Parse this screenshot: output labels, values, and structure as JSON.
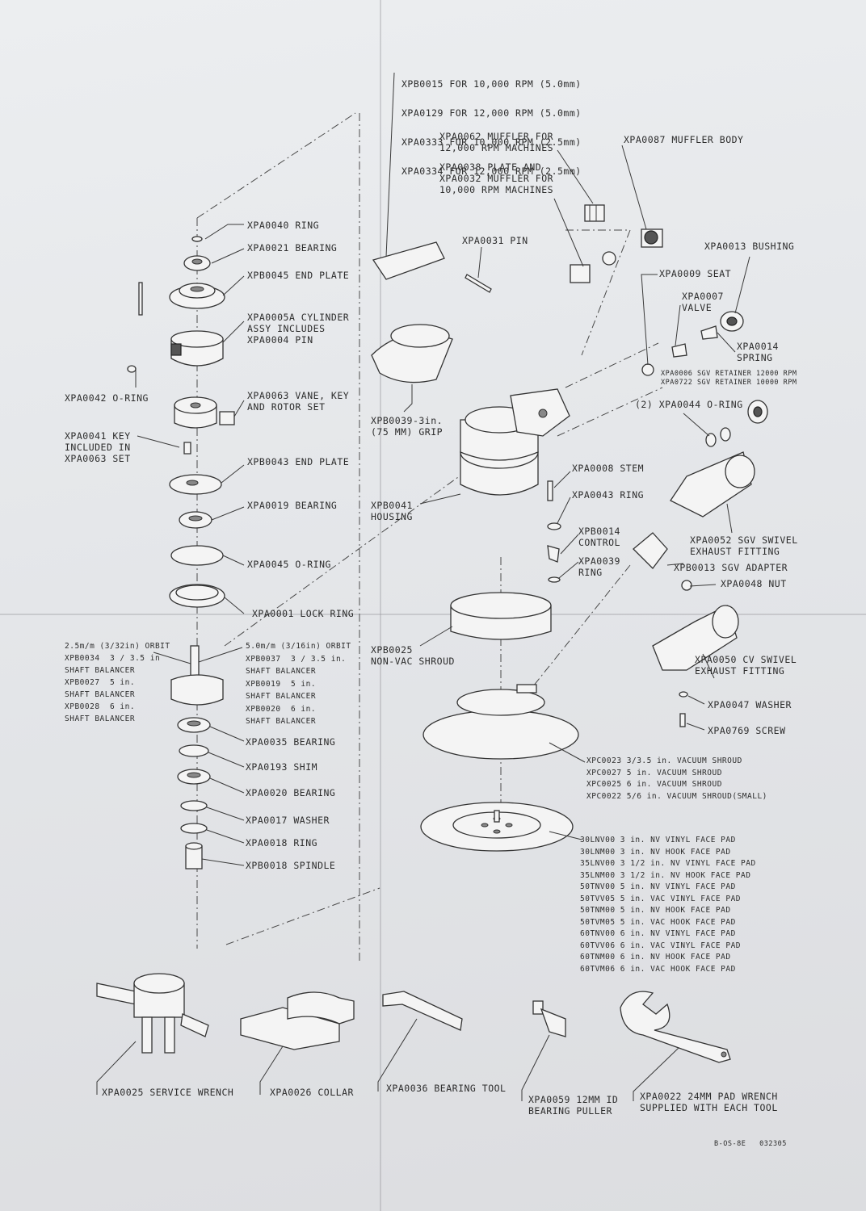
{
  "top_note": [
    "XPB0015 FOR 10,000 RPM (5.0mm)",
    "XPA0129 FOR 12,000 RPM (5.0mm)",
    "XPA0333 FOR 10,000 RPM (2.5mm)",
    "XPA0334 FOR 12,000 RPM (2.5mm)"
  ],
  "left_labels": {
    "xpa0040": "XPA0040 RING",
    "xpa0021": "XPA0021 BEARING",
    "xpb0045": "XPB0045 END PLATE",
    "xpa0005a": "XPA0005A CYLINDER\nASSY INCLUDES\nXPA0004 PIN",
    "xpa0042": "XPA0042 O-RING",
    "xpa0063": "XPA0063 VANE, KEY\nAND ROTOR SET",
    "xpa0041": "XPA0041 KEY\nINCLUDED IN\nXPA0063 SET",
    "xpb0043": "XPB0043 END PLATE",
    "xpa0019": "XPA0019 BEARING",
    "xpa0045": "XPA0045 O-RING",
    "xpa0001": "XPA0001 LOCK RING",
    "orbit_small": "2.5m/m (3/32in) ORBIT\nXPB0034  3 / 3.5 in\nSHAFT BALANCER\nXPB0027  5 in.\nSHAFT BALANCER\nXPB0028  6 in.\nSHAFT BALANCER",
    "orbit_large": "5.0m/m (3/16in) ORBIT\nXPB0037  3 / 3.5 in.\nSHAFT BALANCER\nXPB0019  5 in.\nSHAFT BALANCER\nXPB0020  6 in.\nSHAFT BALANCER",
    "xpa0035": "XPA0035 BEARING",
    "xpa0193": "XPA0193 SHIM",
    "xpa0020": "XPA0020 BEARING",
    "xpa0017": "XPA0017 WASHER",
    "xpa0018": "XPA0018 RING",
    "xpb0018": "XPB0018 SPINDLE"
  },
  "center_labels": {
    "xpa0031": "XPA0031 PIN",
    "xpb0039": "XPB0039-3in.\n(75 MM) GRIP",
    "xpb0041": "XPB0041\nHOUSING",
    "xpb0025": "XPB0025\nNON-VAC SHROUD",
    "xpa0008": "XPA0008 STEM",
    "xpa0043": "XPA0043 RING",
    "xpb0014": "XPB0014\nCONTROL",
    "xpa0039": "XPA0039\nRING"
  },
  "right_labels": {
    "xpa0062": "XPA0062 MUFFLER FOR\n12,000 RPM MACHINES",
    "xpa0087": "XPA0087 MUFFLER BODY",
    "xpa0038": "XPA0038 PLATE AND\nXPA0032 MUFFLER FOR\n10,000 RPM MACHINES",
    "xpa0013": "XPA0013 BUSHING",
    "xpa0009": "XPA0009 SEAT",
    "xpa0007": "XPA0007\nVALVE",
    "xpa0014": "XPA0014\nSPRING",
    "retainers": "XPA0006 SGV RETAINER 12000 RPM\nXPA0722 SGV RETAINER 10000 RPM",
    "xpa0044": "(2) XPA0044 O-RING",
    "xpa0052": "XPA0052 SGV SWIVEL\nEXHAUST FITTING",
    "xpb0013": "XPB0013 SGV ADAPTER",
    "xpa0048": "XPA0048 NUT",
    "xpa0050": "XPA0050 CV SWIVEL\nEXHAUST FITTING",
    "xpa0047": "XPA0047 WASHER",
    "xpa0769": "XPA0769 SCREW",
    "vacuum_shrouds": "XPC0023 3/3.5 in. VACUUM SHROUD\nXPC0027 5 in. VACUUM SHROUD\nXPC0025 6 in. VACUUM SHROUD\nXPC0022 5/6 in. VACUUM SHROUD(SMALL)",
    "face_pads": "30LNV00 3 in. NV VINYL FACE PAD\n30LNM00 3 in. NV HOOK FACE PAD\n35LNV00 3 1/2 in. NV VINYL FACE PAD\n35LNM00 3 1/2 in. NV HOOK FACE PAD\n50TNV00 5 in. NV VINYL FACE PAD\n50TVV05 5 in. VAC VINYL FACE PAD\n50TNM00 5 in. NV HOOK FACE PAD\n50TVM05 5 in. VAC HOOK FACE PAD\n60TNV00 6 in. NV VINYL FACE PAD\n60TVV06 6 in. VAC VINYL FACE PAD\n60TNM00 6 in. NV HOOK FACE PAD\n60TVM06 6 in. VAC HOOK FACE PAD"
  },
  "tools": {
    "xpa0025": "XPA0025 SERVICE WRENCH",
    "xpa0026": "XPA0026 COLLAR",
    "xpa0036": "XPA0036 BEARING TOOL",
    "xpa0059": "XPA0059 12MM ID\nBEARING PULLER",
    "xpa0022": "XPA0022 24MM PAD WRENCH\nSUPPLIED WITH EACH TOOL"
  },
  "doc_code": "B-OS-8E   032305"
}
